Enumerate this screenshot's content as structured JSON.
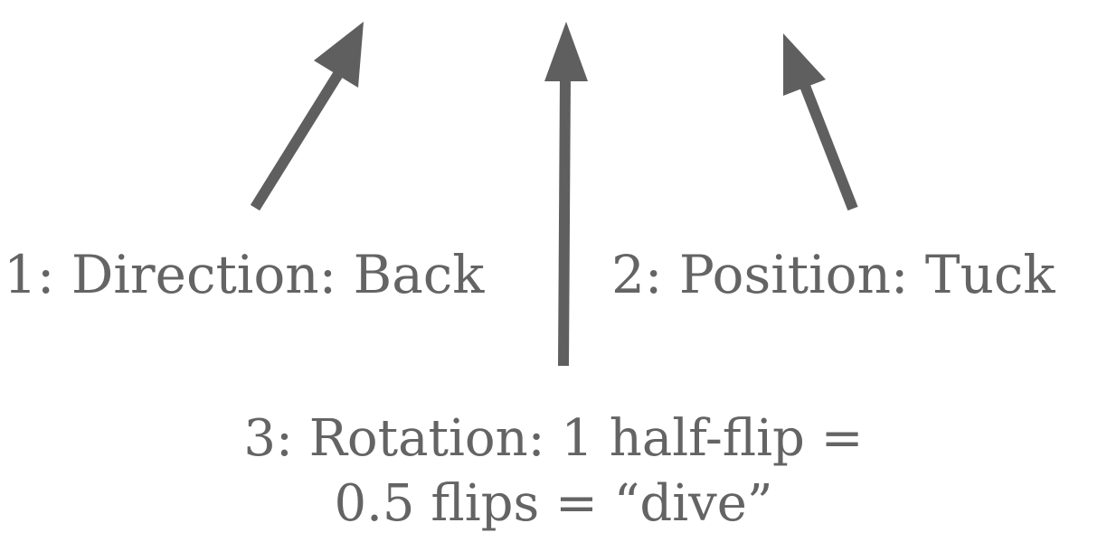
{
  "colors": {
    "arrow": "#5f5f5f",
    "text": "#646464",
    "background": "#ffffff"
  },
  "labels": {
    "direction": "1: Direction: Back",
    "position": "2: Position: Tuck",
    "rotation_line1": "3: Rotation: 1 half-flip =",
    "rotation_line2": "0.5 flips = “dive”"
  }
}
